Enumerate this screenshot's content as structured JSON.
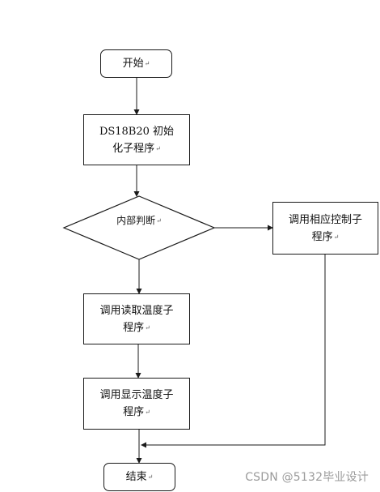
{
  "nodes": {
    "start": "开始",
    "init_line1": "DS18B20 初始",
    "init_line2": "化子程序",
    "decision": "内部判断",
    "control_line1": "调用相应控制子",
    "control_line2": "程序",
    "read_line1": "调用读取温度子",
    "read_line2": "程序",
    "display_line1": "调用显示温度子",
    "display_line2": "程序",
    "end": "结束"
  },
  "paragraph_mark": "↵",
  "watermark": "CSDN @5132毕业设计",
  "colors": {
    "line": "#1a1a1a",
    "watermark": "#9a9a9a"
  }
}
